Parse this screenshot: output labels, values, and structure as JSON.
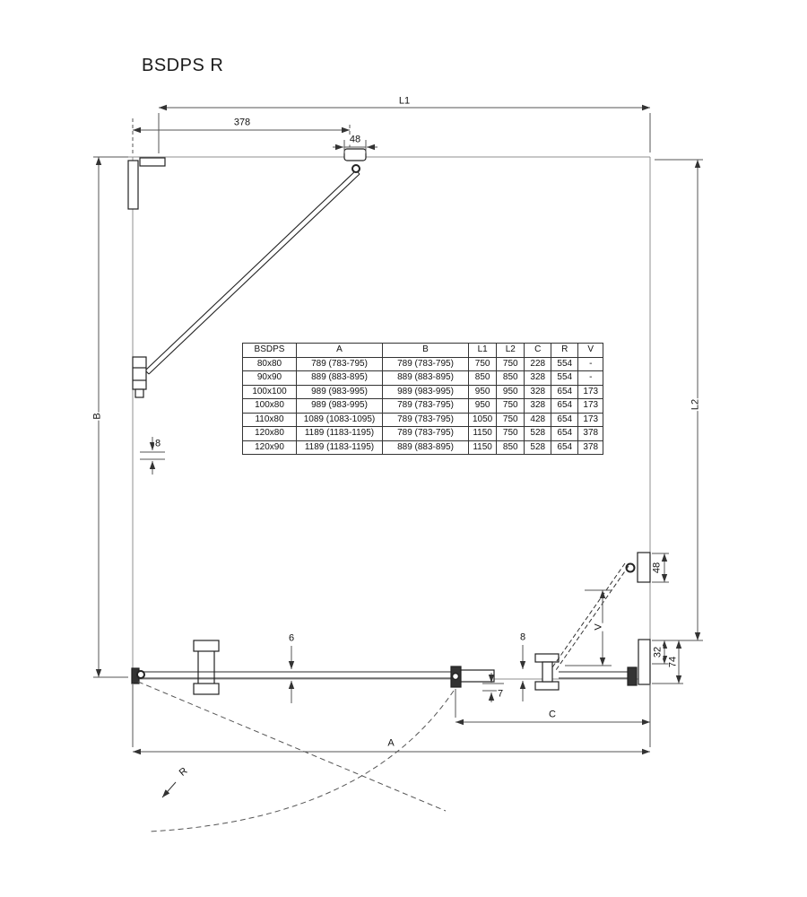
{
  "title": "BSDPS R",
  "dimension_labels": {
    "l1": "L1",
    "d378": "378",
    "d48_top": "48",
    "b": "B",
    "l2": "L2",
    "d8_left": "8",
    "d6": "6",
    "d8_bottom": "8",
    "d7": "7",
    "v": "V",
    "c": "C",
    "a": "A",
    "r": "R",
    "d48_right": "48",
    "d32": "32",
    "d74": "74"
  },
  "size_table": {
    "headers": [
      "BSDPS",
      "A",
      "B",
      "L1",
      "L2",
      "C",
      "R",
      "V"
    ],
    "rows": [
      [
        "80x80",
        "789 (783-795)",
        "789 (783-795)",
        "750",
        "750",
        "228",
        "554",
        "-"
      ],
      [
        "90x90",
        "889 (883-895)",
        "889 (883-895)",
        "850",
        "850",
        "328",
        "554",
        "-"
      ],
      [
        "100x100",
        "989 (983-995)",
        "989 (983-995)",
        "950",
        "950",
        "328",
        "654",
        "173"
      ],
      [
        "100x80",
        "989 (983-995)",
        "789 (783-795)",
        "950",
        "750",
        "328",
        "654",
        "173"
      ],
      [
        "110x80",
        "1089 (1083-1095)",
        "789 (783-795)",
        "1050",
        "750",
        "428",
        "654",
        "173"
      ],
      [
        "120x80",
        "1189 (1183-1195)",
        "789 (783-795)",
        "1150",
        "750",
        "528",
        "654",
        "378"
      ],
      [
        "120x90",
        "1189 (1183-1195)",
        "889 (883-895)",
        "1150",
        "850",
        "528",
        "654",
        "378"
      ]
    ]
  },
  "colors": {
    "line_wall": "#8f8f8f",
    "line_detail": "#222222",
    "line_dim": "#555555"
  }
}
